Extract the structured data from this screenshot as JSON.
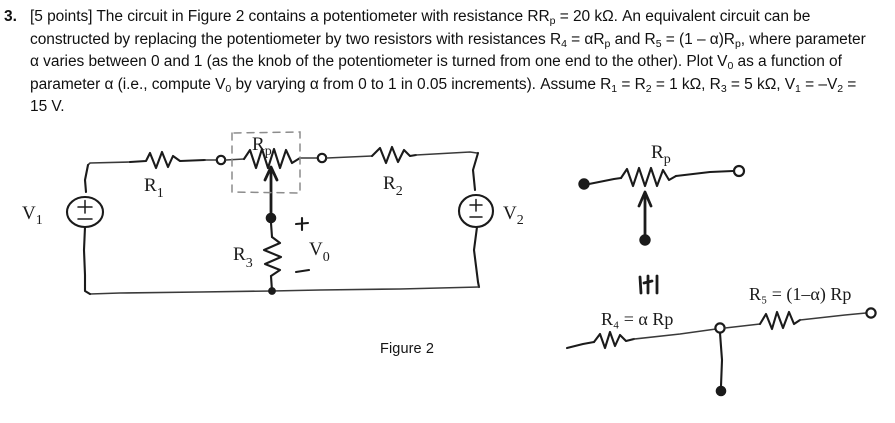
{
  "problem": {
    "number": "3.",
    "points_tag": "[5 points]",
    "text_line1": "The circuit in Figure 2 contains a potentiometer with resistance R",
    "rp_sub": "p",
    "rp_value": " = 20 kΩ. An equivalent",
    "text_line2_a": "circuit can be constructed by replacing the potentiometer by two resistors with resistances R",
    "r4_sub": "4",
    "text_line2_b": " = αR",
    "text_line3_a": "and R",
    "r5_sub": "5",
    "text_line3_b": " = (1 – α)R",
    "text_line3_c": ", where parameter α varies between 0 and 1 (as the knob of the potentiometer is",
    "text_line4_a": "turned from one end to the other). Plot V",
    "v0_sub": "0",
    "text_line4_b": " as a function of parameter α (i.e., compute V",
    "text_line4_c": " by varying α",
    "text_line5_a": "from 0 to 1 in 0.05 increments). Assume R",
    "r1_sub": "1",
    "text_line5_b": " = R",
    "r2_sub": "2",
    "text_line5_c": " = 1 kΩ, R",
    "r3_sub": "3",
    "text_line5_d": " = 5 kΩ, V",
    "v1_sub": "1",
    "text_line5_e": " = –V",
    "v2_sub": "2",
    "text_line5_f": " = 15 V.",
    "full_text": "3. [5 points] The circuit in Figure 2 contains a potentiometer with resistance Rp = 20 kΩ. An equivalent circuit can be constructed by replacing the potentiometer by two resistors with resistances R4 = αRp and R5 = (1 – α)Rp, where parameter α varies between 0 and 1 (as the knob of the potentiometer is turned from one end to the other). Plot V0 as a function of parameter α (i.e., compute V0 by varying α from 0 to 1 in 0.05 increments). Assume R1 = R2 = 1 kΩ, R3 = 5 kΩ, V1 = –V2 = 15 V."
  },
  "figure_caption": "Figure 2",
  "circuit_main": {
    "labels": {
      "v1": "V",
      "v1_sub": "1",
      "v2": "V",
      "v2_sub": "2",
      "r1": "R",
      "r1_sub": "1",
      "r2": "R",
      "r2_sub": "2",
      "r3": "R",
      "r3_sub": "3",
      "rp": "R",
      "rp_sub": "p",
      "v0": "V",
      "v0_sub": "0",
      "plus_sign": "+",
      "minus_sign": "–",
      "source_plus": "+",
      "source_minus": "–"
    }
  },
  "circuit_equivalent": {
    "pot_label": "R",
    "pot_label_sub": "p",
    "equivalence_mark": "‖‖",
    "r4_expr": "R₄ = α Rp",
    "r5_expr": "R₅ = (1–α) Rp",
    "r4_text": "R4 = α Rp",
    "r5_text": "R5 = (1-α) Rp"
  },
  "colors": {
    "page_background": "#ffffff",
    "text": "#101010",
    "ink": "#1b1b1b",
    "wire": "#3a3a3a",
    "dashed_box": "#8c8c8c"
  }
}
